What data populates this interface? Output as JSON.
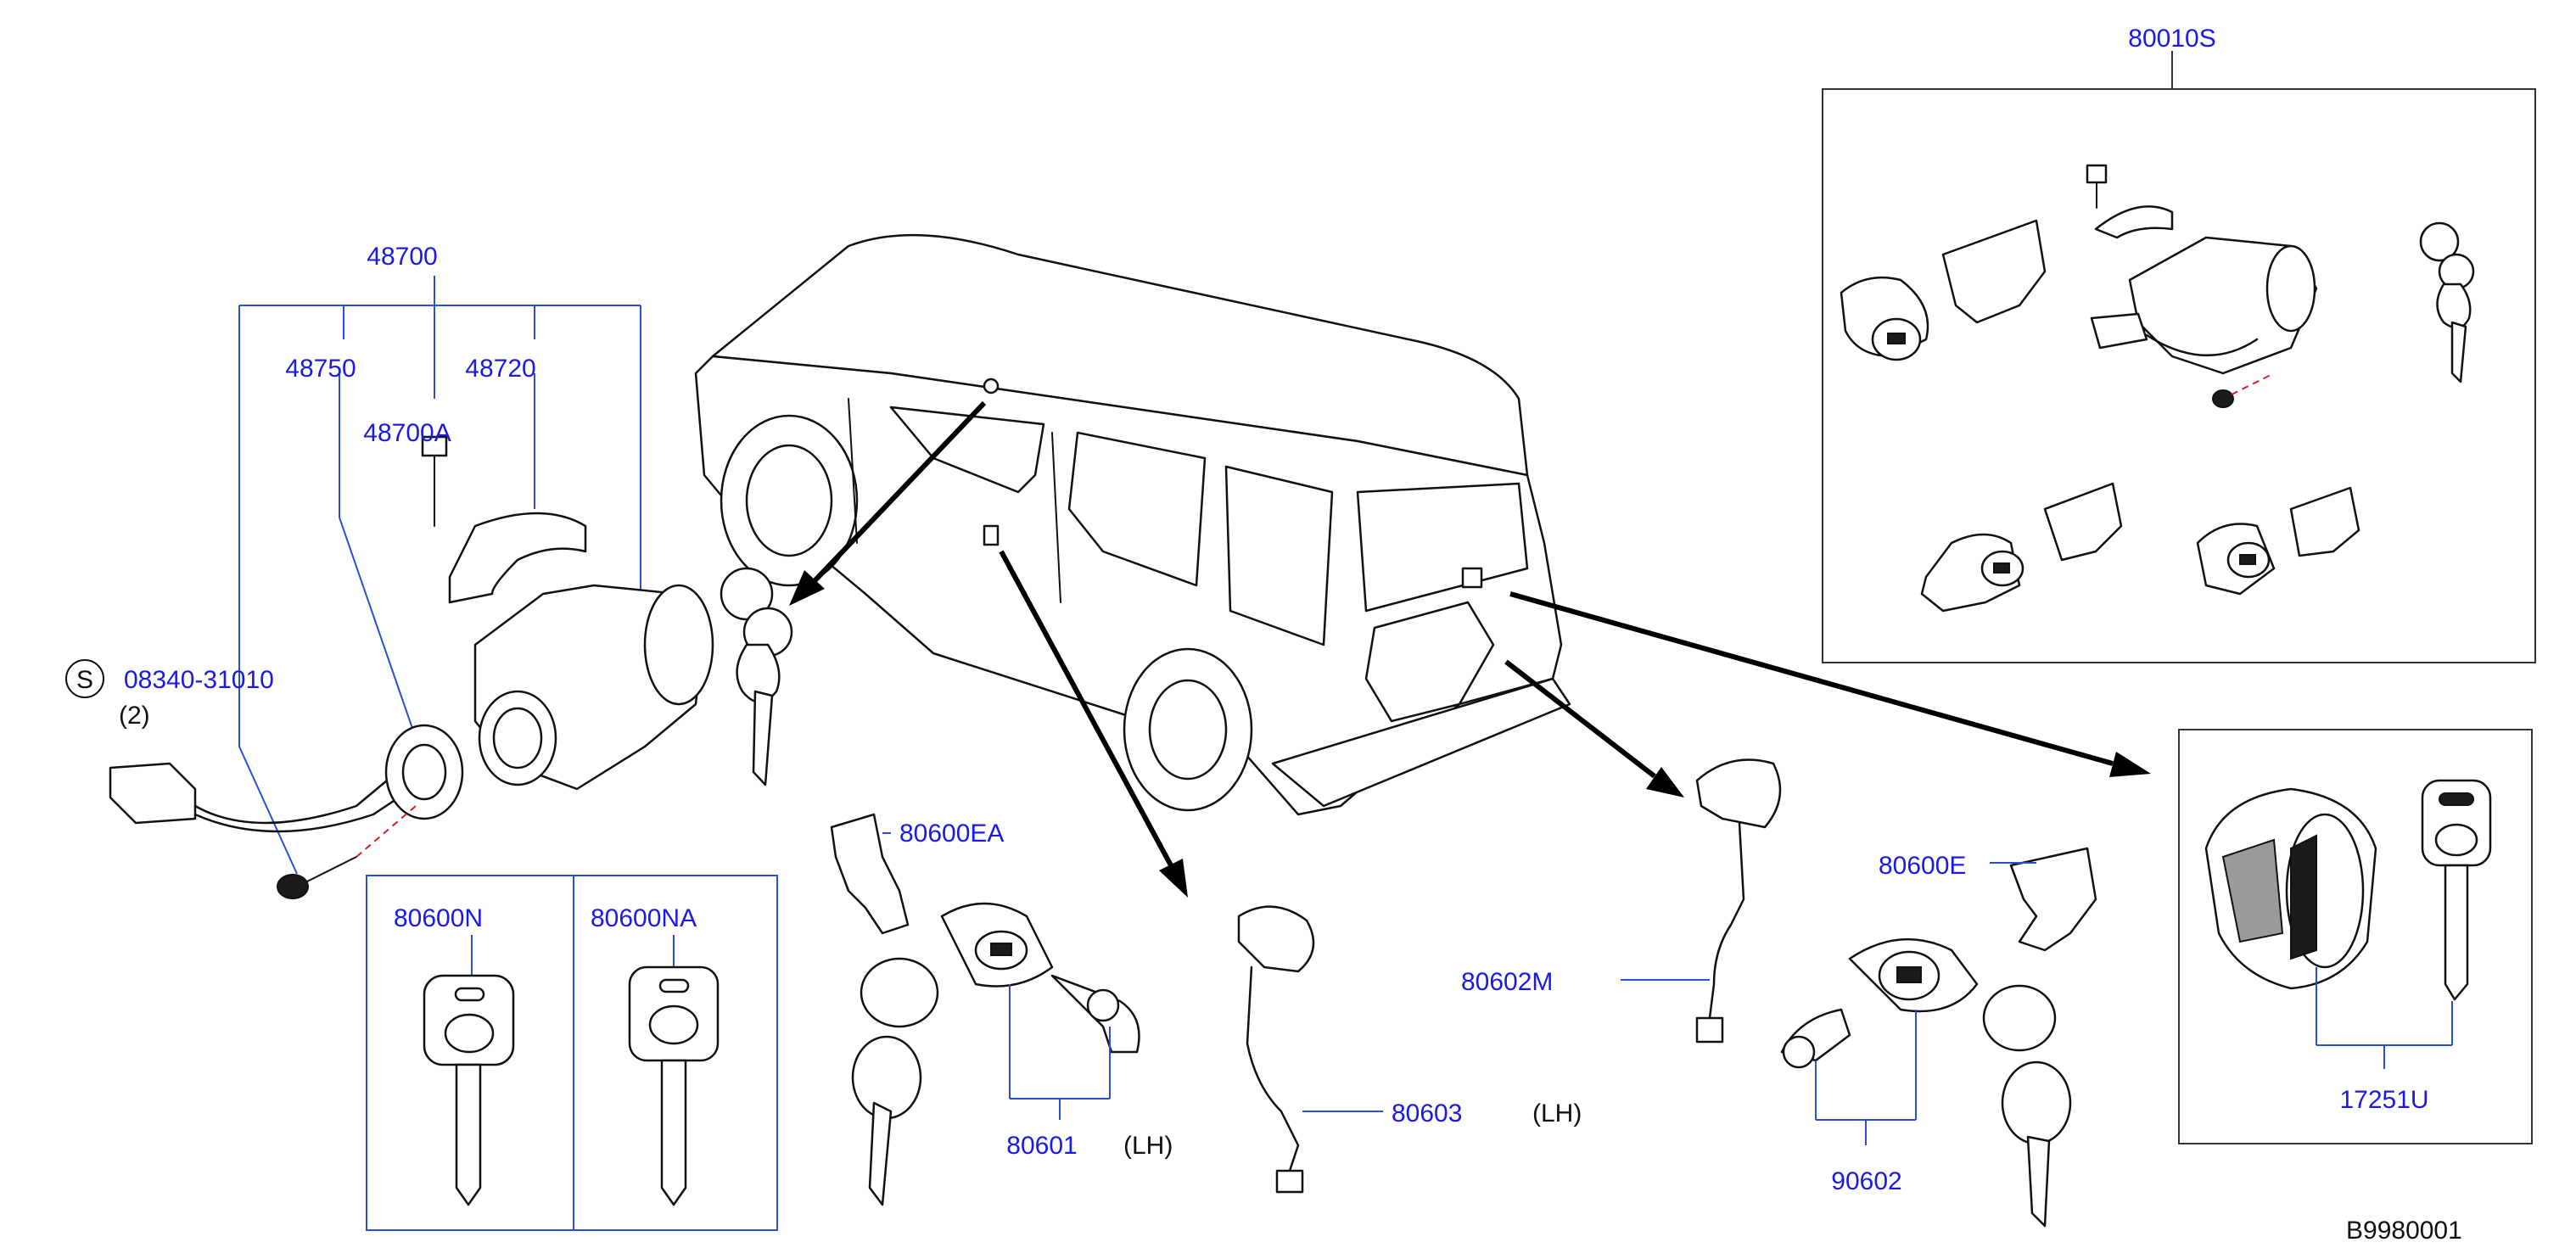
{
  "labels": {
    "p80010S": "80010S",
    "p48700": "48700",
    "p48750": "48750",
    "p48720": "48720",
    "p48700A": "48700A",
    "screw_symbol": "S",
    "p08340": "08340-31010",
    "qty2": "(2)",
    "p80600EA": "80600EA",
    "p80600N": "80600N",
    "p80600NA": "80600NA",
    "p80601": "80601",
    "lh1": "(LH)",
    "p80603": "80603",
    "lh2": "(LH)",
    "p80602M": "80602M",
    "p80600E": "80600E",
    "p90602": "90602",
    "p17251U": "17251U",
    "ref": "B9980001"
  },
  "colors": {
    "label_blue": "#1a1ae6",
    "leader_blue": "#2a4fd0",
    "ink": "#111111"
  },
  "icons": [
    "screw-symbol-circle",
    "arrow-to-part"
  ]
}
